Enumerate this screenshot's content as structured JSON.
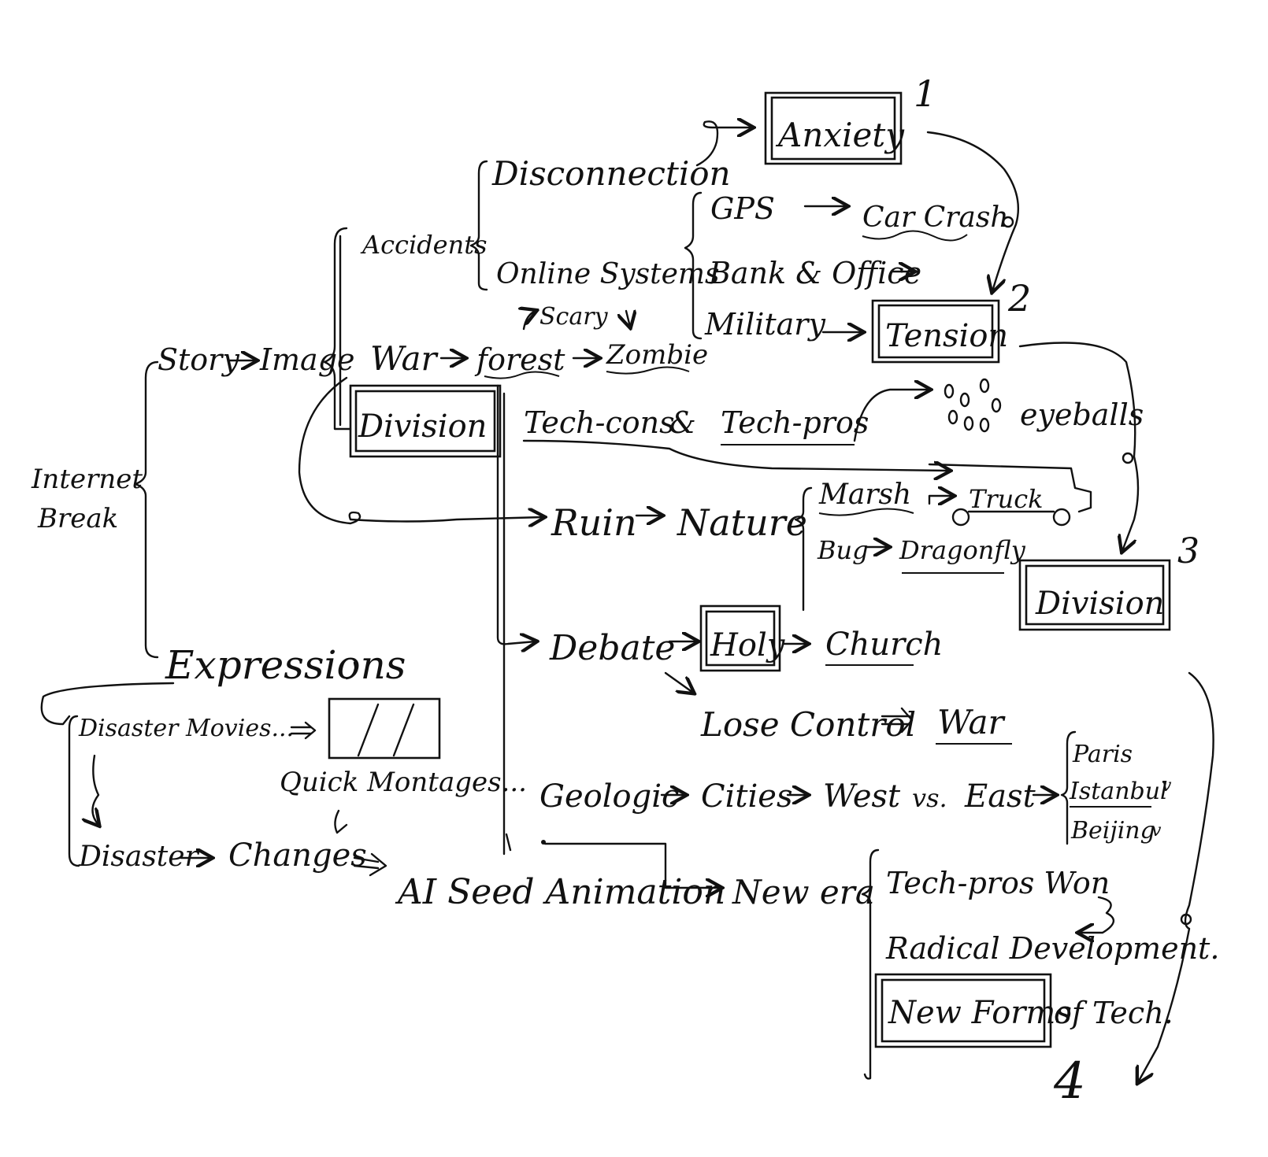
{
  "root": {
    "line1": "Internet",
    "line2": "Break"
  },
  "story": "Story",
  "image": "Image",
  "accidents": "Accidents",
  "disconnection": "Disconnection",
  "online_systems": "Online Systems",
  "gps": "GPS",
  "car_crash": "Car Crash",
  "bank_office": "Bank & Office",
  "military": "Military",
  "anxiety": {
    "label": "Anxiety",
    "num": "1"
  },
  "tension": {
    "label": "Tension",
    "num": "2"
  },
  "division_right": {
    "label": "Division",
    "num": "3"
  },
  "new_forms": {
    "label": "New Forms",
    "num": "4",
    "suffix": "of Tech."
  },
  "war": "War",
  "forest": "forest",
  "scary": "Scary",
  "zombie": "Zombie",
  "division_left": "Division",
  "tech_cons": "Tech-cons",
  "amp": "&",
  "tech_pros": "Tech-pros",
  "eyeballs": "eyeballs",
  "ruin": "Ruin",
  "nature": "Nature",
  "marsh": "Marsh",
  "truck": "Truck",
  "bug": "Bug",
  "dragonfly": "Dragonfly",
  "debate": "Debate",
  "holy": "Holy",
  "church": "Church",
  "lose_control": "Lose Control",
  "war2": "War",
  "geologic": "Geologic",
  "cities": "Cities",
  "west": "West",
  "vs": "vs.",
  "east": "East",
  "paris": "Paris",
  "istanbul": "Istanbul",
  "beijing": "Beijing",
  "check": "v",
  "new_era": "New era",
  "tech_pros_won": "Tech-pros Won",
  "radical": "Radical Development.",
  "expressions": "Expressions",
  "disaster_movies": "Disaster Movies...",
  "quick_montages": "Quick Montages...",
  "disaster": "Disaster",
  "changes": "Changes",
  "ai_seed": "AI Seed Animation"
}
